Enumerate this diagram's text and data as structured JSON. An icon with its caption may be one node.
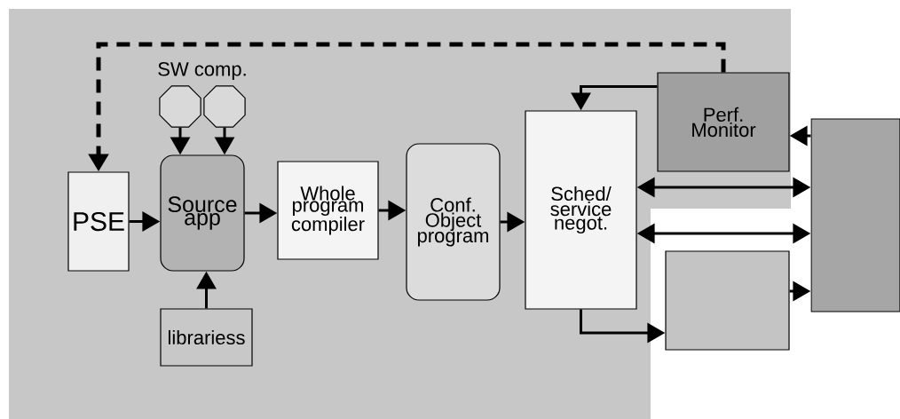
{
  "diagram": {
    "nodes": [
      {
        "text": [
          "PSE"
        ]
      },
      {
        "text": [],
        "shape": "octagon"
      },
      {
        "text": [],
        "shape": "octagon"
      },
      {
        "text": [
          "Source app"
        ]
      },
      {
        "text": [
          "librariess"
        ]
      },
      {
        "text": [
          "Whole program compiler"
        ]
      },
      {
        "text": [
          "Conf. Object program"
        ]
      },
      {
        "text": [
          "Sched/ service negot."
        ]
      },
      {
        "text": [
          "Perf. Monitor"
        ]
      },
      {
        "text": [],
        "shape": "box"
      },
      {
        "text": [],
        "shape": "box"
      }
    ],
    "edges": [
      {
        "from": 8,
        "to": 0,
        "arrow": "to",
        "style": "dashed"
      },
      {
        "from": 1,
        "to": 3,
        "arrow": "to"
      },
      {
        "from": 2,
        "to": 3,
        "arrow": "to"
      },
      {
        "from": 4,
        "to": 3,
        "arrow": "to"
      },
      {
        "from": 0,
        "to": 3,
        "arrow": "to"
      },
      {
        "from": 3,
        "to": 5,
        "arrow": "to"
      },
      {
        "from": 5,
        "to": 6,
        "arrow": "to"
      },
      {
        "from": 6,
        "to": 7,
        "arrow": "to"
      },
      {
        "from": 8,
        "to": 7,
        "arrow": "to"
      },
      {
        "from": 7,
        "to": 10,
        "arrow": "both"
      },
      {
        "from": 7,
        "to": 10,
        "arrow": "both"
      },
      {
        "from": 7,
        "to": 9,
        "arrow": "to"
      },
      {
        "from": 9,
        "to": 10,
        "arrow": "to"
      },
      {
        "from": 10,
        "to": 8,
        "arrow": "to"
      }
    ],
    "labels": [
      "SW comp."
    ]
  }
}
